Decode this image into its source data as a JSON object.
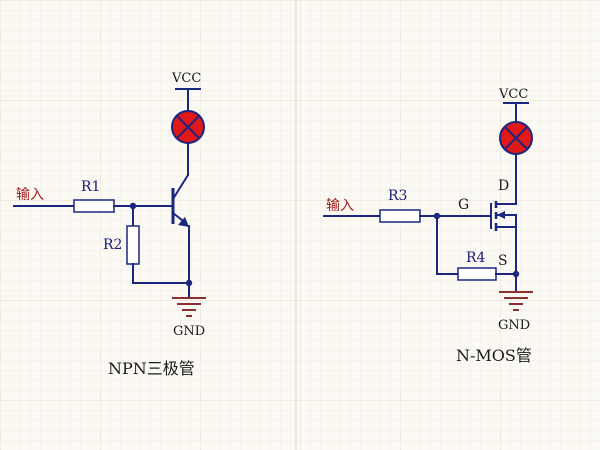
{
  "grid": {
    "major_color": "#e6e0d4",
    "minor_color": "#f1ede4",
    "background": "#fbf9f3"
  },
  "colors": {
    "wire": "#1a2680",
    "lamp_fill": "#e01818",
    "input_text": "#a02020",
    "ground": "#8a3030"
  },
  "npn_circuit": {
    "caption": "NPN三极管",
    "power_label": "VCC",
    "ground_label": "GND",
    "input_label": "输入",
    "r1_label": "R1",
    "r2_label": "R2",
    "lamp_icon": "lamp-icon",
    "transistor_icon": "npn-transistor-icon"
  },
  "nmos_circuit": {
    "caption": "N-MOS管",
    "power_label": "VCC",
    "ground_label": "GND",
    "input_label": "输入",
    "r3_label": "R3",
    "r4_label": "R4",
    "gate_label": "G",
    "drain_label": "D",
    "source_label": "S",
    "lamp_icon": "lamp-icon",
    "transistor_icon": "nmos-transistor-icon"
  }
}
